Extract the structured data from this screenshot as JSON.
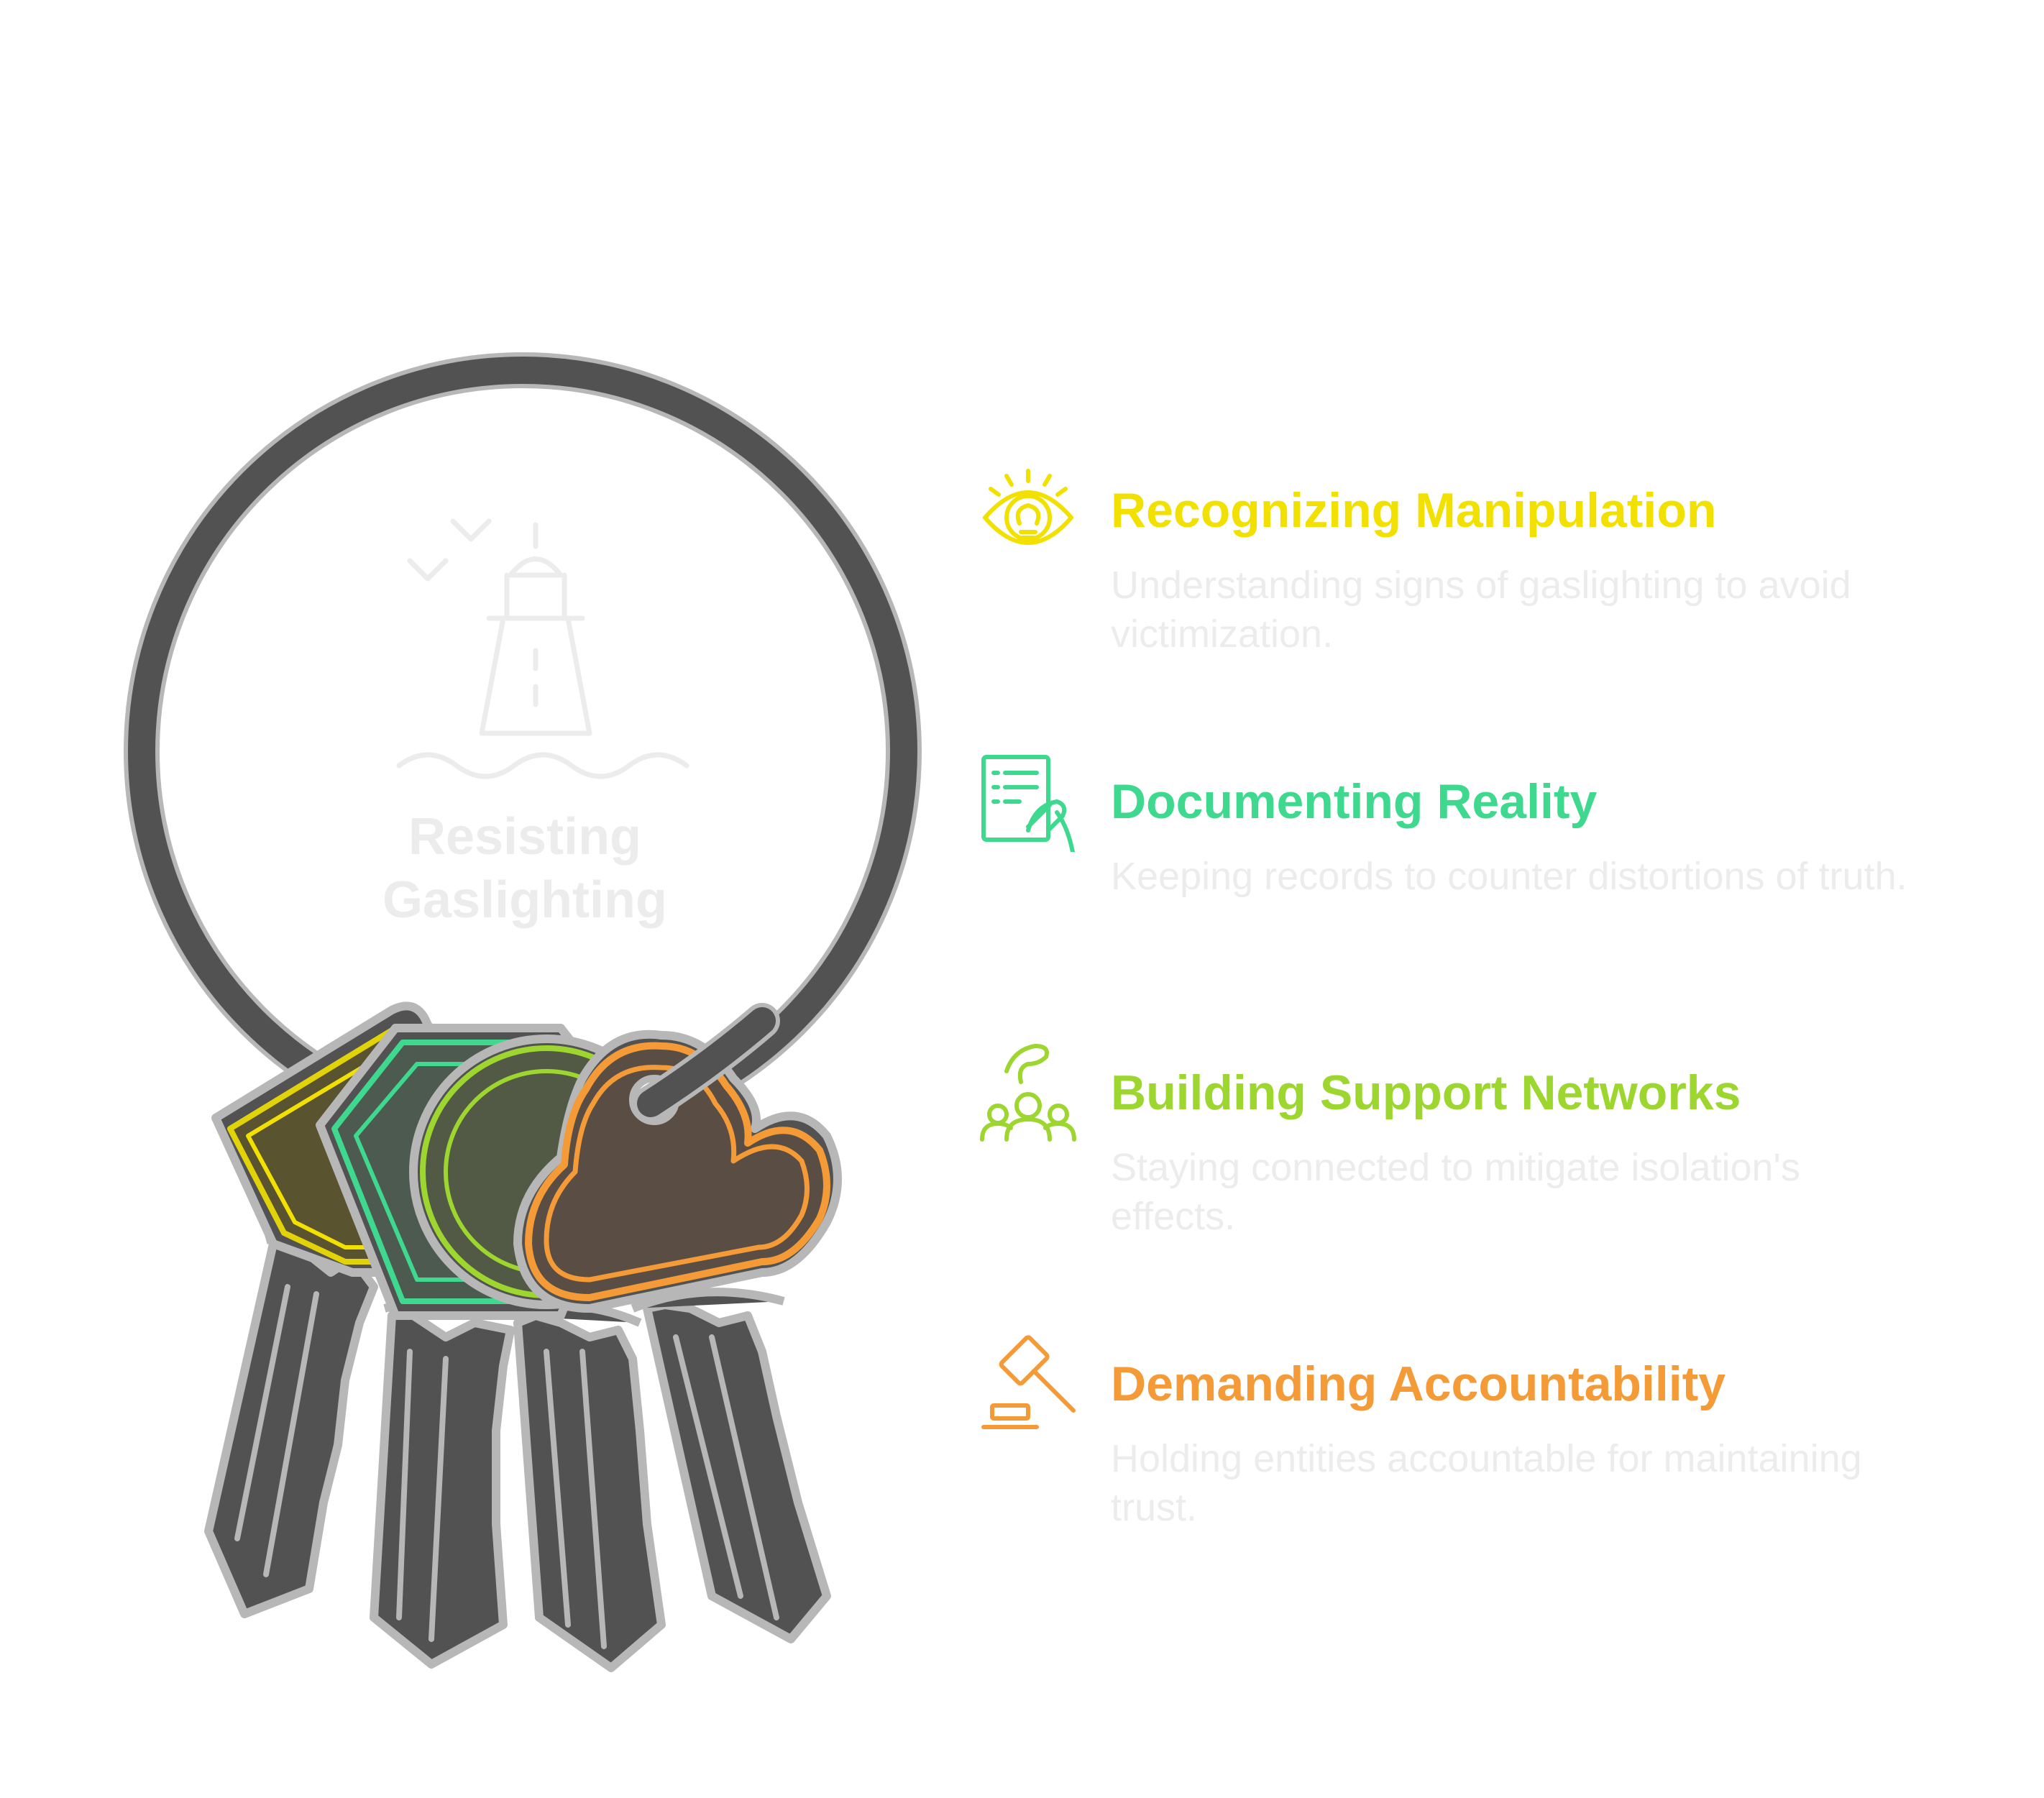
{
  "center": {
    "title_line1": "Resisting",
    "title_line2": "Gaslighting",
    "icon": "lighthouse-icon"
  },
  "items": [
    {
      "title": "Recognizing Manipulation",
      "description": "Understanding signs of gaslighting to avoid victimization.",
      "color": "#f2e100",
      "icon": "eye-lightbulb-icon"
    },
    {
      "title": "Documenting Reality",
      "description": "Keeping records to counter distortions of truth.",
      "color": "#3ed88f",
      "icon": "document-writing-icon"
    },
    {
      "title": "Building Support Networks",
      "description": "Staying connected to mitigate isolation's effects.",
      "color": "#9dd62e",
      "icon": "people-group-icon"
    },
    {
      "title": "Demanding Accountability",
      "description": "Holding entities accountable for maintaining trust.",
      "color": "#f49b38",
      "icon": "gavel-icon"
    }
  ],
  "colors": {
    "key_fill": "#525252",
    "key_outline": "#b7b7b7",
    "faded_text": "#ececec"
  }
}
